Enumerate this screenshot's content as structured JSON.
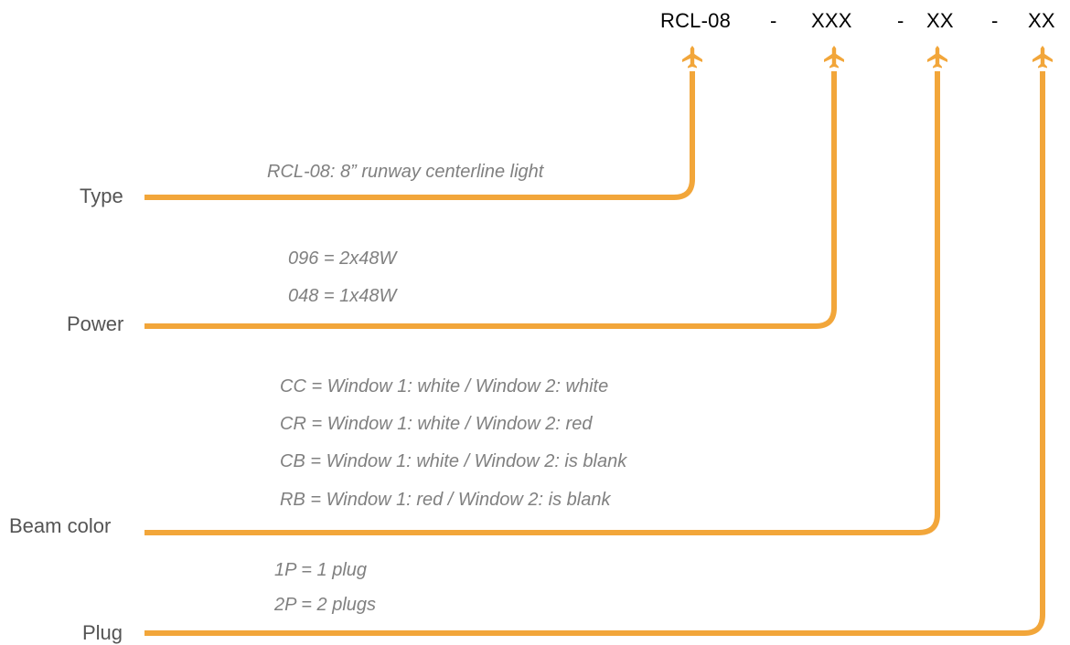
{
  "accent_color": "#F2A63A",
  "code": {
    "prefix": "RCL-08",
    "sep1": "-",
    "seg_power": "XXX",
    "sep2": "-",
    "seg_beam": "XX",
    "sep3": "-",
    "seg_plug": "XX"
  },
  "marker_icon": "airplane-icon",
  "rows": {
    "type": {
      "label": "Type",
      "options": [
        "RCL-08: 8” runway centerline light"
      ]
    },
    "power": {
      "label": "Power",
      "options": [
        "096 = 2x48W",
        "048 = 1x48W"
      ]
    },
    "beam_color": {
      "label": "Beam color",
      "options": [
        "CC = Window 1: white / Window 2: white",
        "CR = Window 1: white / Window 2: red",
        "CB = Window 1: white / Window 2: is blank",
        "RB = Window 1: red / Window 2: is blank"
      ]
    },
    "plug": {
      "label": "Plug",
      "options": [
        "1P = 1 plug",
        "2P = 2 plugs"
      ]
    }
  }
}
